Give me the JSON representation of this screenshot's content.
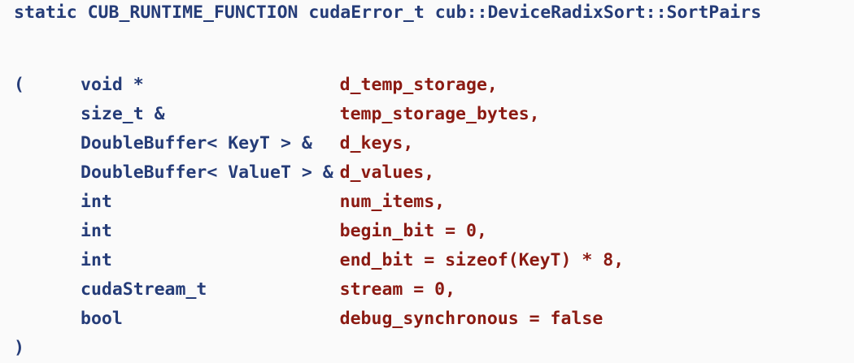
{
  "page": {
    "background_color": "#fafafa",
    "type_color": "#253C78",
    "name_color": "#8B1A12"
  },
  "signature": {
    "title_line": "static CUB_RUNTIME_FUNCTION cudaError_t cub::DeviceRadixSort::SortPairs",
    "storage_class": "static",
    "macro": "CUB_RUNTIME_FUNCTION",
    "return_type": "cudaError_t",
    "qualified_name": "cub::DeviceRadixSort::SortPairs",
    "open_paren": "(",
    "close_paren": ")",
    "parameters": [
      {
        "type": "void *",
        "name": "d_temp_storage,"
      },
      {
        "type": "size_t &",
        "name": "temp_storage_bytes,"
      },
      {
        "type": "DoubleBuffer< KeyT > &",
        "name": "d_keys,"
      },
      {
        "type": "DoubleBuffer< ValueT > &",
        "name": "d_values,"
      },
      {
        "type": "int",
        "name": "num_items,"
      },
      {
        "type": "int",
        "name": "begin_bit = 0,"
      },
      {
        "type": "int",
        "name": "end_bit = sizeof(KeyT) * 8,"
      },
      {
        "type": "cudaStream_t",
        "name": "stream = 0,"
      },
      {
        "type": "bool",
        "name": "debug_synchronous = false"
      }
    ]
  }
}
